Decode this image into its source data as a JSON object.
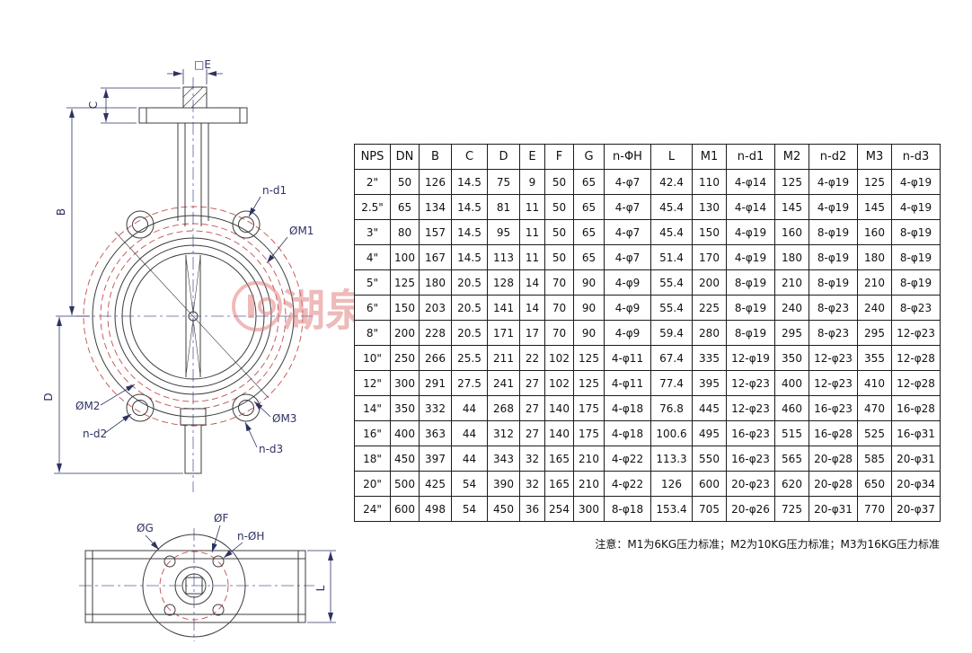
{
  "watermark": "湖泉",
  "note": "注意：M1为6KG压力标准；M2为10KG压力标准；M3为16KG压力标准",
  "drawing": {
    "front_labels": {
      "e": "□E",
      "c": "C",
      "b": "B",
      "d": "D",
      "n_d1": "n-d1",
      "m1": "ØM1",
      "m2": "ØM2",
      "n_d2": "n-d2",
      "m3": "ØM3",
      "n_d3": "n-d3"
    },
    "bottom_labels": {
      "g": "ØG",
      "f": "ØF",
      "n_h": "n-ØH",
      "l": "L"
    }
  },
  "table": {
    "headers": [
      "NPS",
      "DN",
      "B",
      "C",
      "D",
      "E",
      "F",
      "G",
      "n-ΦH",
      "L",
      "M1",
      "n-d1",
      "M2",
      "n-d2",
      "M3",
      "n-d3"
    ],
    "rows": [
      [
        "2\"",
        "50",
        "126",
        "14.5",
        "75",
        "9",
        "50",
        "65",
        "4-φ7",
        "42.4",
        "110",
        "4-φ14",
        "125",
        "4-φ19",
        "125",
        "4-φ19"
      ],
      [
        "2.5\"",
        "65",
        "134",
        "14.5",
        "81",
        "11",
        "50",
        "65",
        "4-φ7",
        "45.4",
        "130",
        "4-φ14",
        "145",
        "4-φ19",
        "145",
        "4-φ19"
      ],
      [
        "3\"",
        "80",
        "157",
        "14.5",
        "95",
        "11",
        "50",
        "65",
        "4-φ7",
        "45.4",
        "150",
        "4-φ19",
        "160",
        "8-φ19",
        "160",
        "8-φ19"
      ],
      [
        "4\"",
        "100",
        "167",
        "14.5",
        "113",
        "11",
        "50",
        "65",
        "4-φ7",
        "51.4",
        "170",
        "4-φ19",
        "180",
        "8-φ19",
        "180",
        "8-φ19"
      ],
      [
        "5\"",
        "125",
        "180",
        "20.5",
        "128",
        "14",
        "70",
        "90",
        "4-φ9",
        "55.4",
        "200",
        "8-φ19",
        "210",
        "8-φ19",
        "210",
        "8-φ19"
      ],
      [
        "6\"",
        "150",
        "203",
        "20.5",
        "141",
        "14",
        "70",
        "90",
        "4-φ9",
        "55.4",
        "225",
        "8-φ19",
        "240",
        "8-φ23",
        "240",
        "8-φ23"
      ],
      [
        "8\"",
        "200",
        "228",
        "20.5",
        "171",
        "17",
        "70",
        "90",
        "4-φ9",
        "59.4",
        "280",
        "8-φ19",
        "295",
        "8-φ23",
        "295",
        "12-φ23"
      ],
      [
        "10\"",
        "250",
        "266",
        "25.5",
        "211",
        "22",
        "102",
        "125",
        "4-φ11",
        "67.4",
        "335",
        "12-φ19",
        "350",
        "12-φ23",
        "355",
        "12-φ28"
      ],
      [
        "12\"",
        "300",
        "291",
        "27.5",
        "241",
        "27",
        "102",
        "125",
        "4-φ11",
        "77.4",
        "395",
        "12-φ23",
        "400",
        "12-φ23",
        "410",
        "12-φ28"
      ],
      [
        "14\"",
        "350",
        "332",
        "44",
        "268",
        "27",
        "140",
        "175",
        "4-φ18",
        "76.8",
        "445",
        "12-φ23",
        "460",
        "16-φ23",
        "470",
        "16-φ28"
      ],
      [
        "16\"",
        "400",
        "363",
        "44",
        "312",
        "27",
        "140",
        "175",
        "4-φ18",
        "100.6",
        "495",
        "16-φ23",
        "515",
        "16-φ28",
        "525",
        "16-φ31"
      ],
      [
        "18\"",
        "450",
        "397",
        "44",
        "343",
        "32",
        "165",
        "210",
        "4-φ22",
        "113.3",
        "550",
        "16-φ23",
        "565",
        "20-φ28",
        "585",
        "20-φ31"
      ],
      [
        "20\"",
        "500",
        "425",
        "54",
        "390",
        "32",
        "165",
        "210",
        "4-φ22",
        "126",
        "600",
        "20-φ23",
        "620",
        "20-φ28",
        "650",
        "20-φ34"
      ],
      [
        "24\"",
        "600",
        "498",
        "54",
        "450",
        "36",
        "254",
        "300",
        "8-φ18",
        "153.4",
        "705",
        "20-φ26",
        "725",
        "20-φ31",
        "770",
        "20-φ37"
      ]
    ]
  }
}
